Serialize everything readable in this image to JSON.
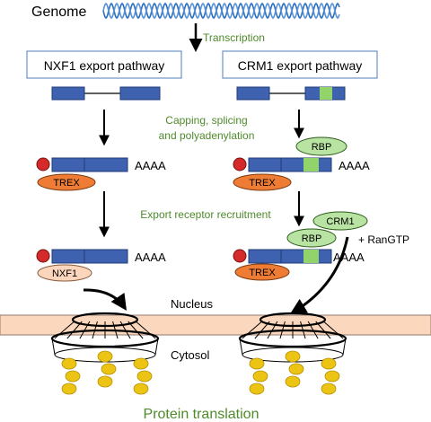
{
  "labels": {
    "genome": "Genome",
    "transcription": "Transcription",
    "nxf1_pathway": "NXF1 export pathway",
    "crm1_pathway": "CRM1 export pathway",
    "processing_line1": "Capping, splicing",
    "processing_line2": "and polyadenylation",
    "poly_a": "AAAA",
    "trex": "TREX",
    "rbp": "RBP",
    "nxf1": "NXF1",
    "crm1": "CRM1",
    "export_recruitment": "Export receptor recruitment",
    "ran_gtp": "+ RanGTP",
    "nucleus": "Nucleus",
    "cytosol": "Cytosol",
    "protein_translation": "Protein translation"
  },
  "colors": {
    "green_text": "#4f8a2c",
    "exon_blue": "#3f62b0",
    "exon_outline": "#1f3a78",
    "crm1_signal_green": "#93d46a",
    "cap_red": "#d42a2a",
    "trex_orange": "#ef7c35",
    "rbp_green": "#b9e3a3",
    "nxf1_peach": "#fbd6bd",
    "membrane_peach": "#fbd7bd",
    "ribosome_yellow": "#ecc414",
    "genome_blue": "#2e6fbd"
  }
}
